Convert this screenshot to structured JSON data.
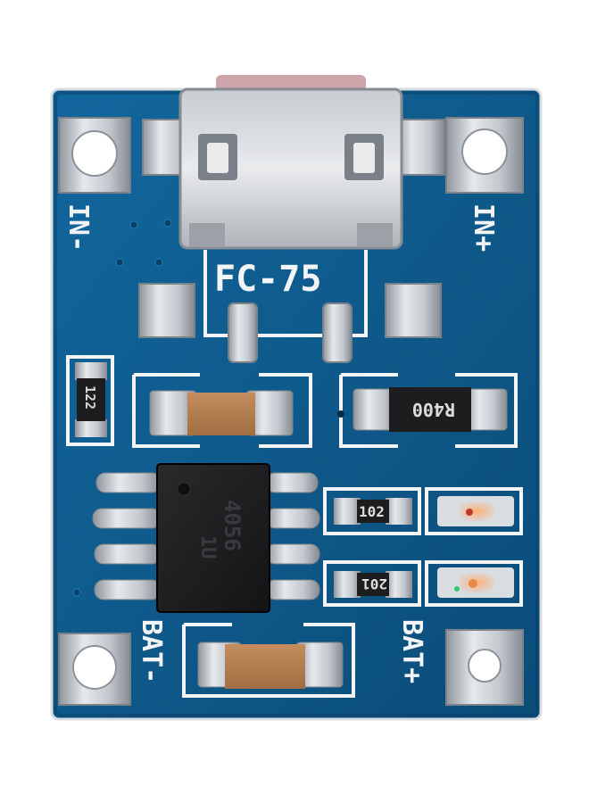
{
  "board": {
    "colors": {
      "pcb": "#0d5a8c",
      "pcb_dark": "#0a3f66",
      "silkscreen": "#f2f4f6",
      "pad": "#c9ced4",
      "chip": "#1c1c1e",
      "capacitor": "#b8814f"
    },
    "labels": {
      "connector_part": "FC-75",
      "in_minus": "IN-",
      "in_plus": "IN+",
      "bat_minus": "BAT-",
      "bat_plus": "BAT+"
    },
    "components": {
      "resistor_left": "122",
      "resistor_shunt": "R400",
      "resistor_top": "102",
      "resistor_bottom": "201",
      "ic_line1": "4056",
      "ic_line2": "1U"
    }
  }
}
